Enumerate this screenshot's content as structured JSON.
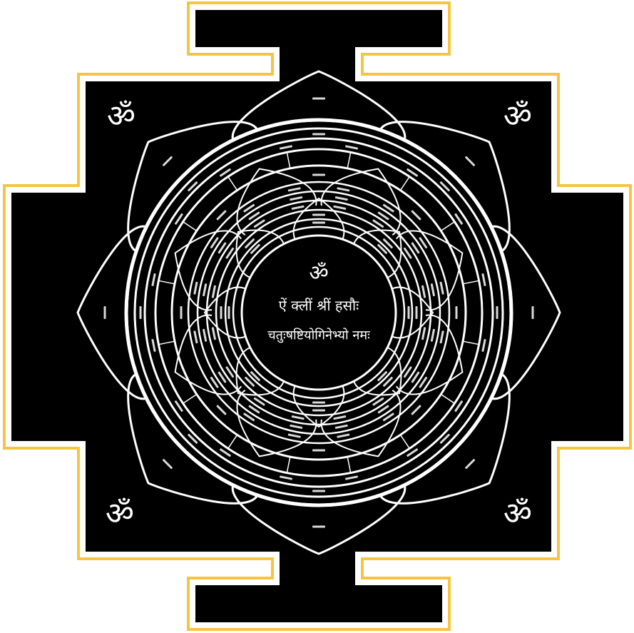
{
  "center": {
    "om": "ॐ",
    "mantra_line1": "ऐं क्लीं श्रीं हसौः",
    "mantra_line2": "चतुःषष्टियोगिनेभ्यो नमः"
  },
  "corners": {
    "top_left": "ॐ",
    "top_right": "ॐ",
    "bottom_left": "ॐ",
    "bottom_right": "ॐ"
  },
  "colors": {
    "background": "#000000",
    "outline": "#ffffff",
    "border_gold": "#f5c542"
  }
}
